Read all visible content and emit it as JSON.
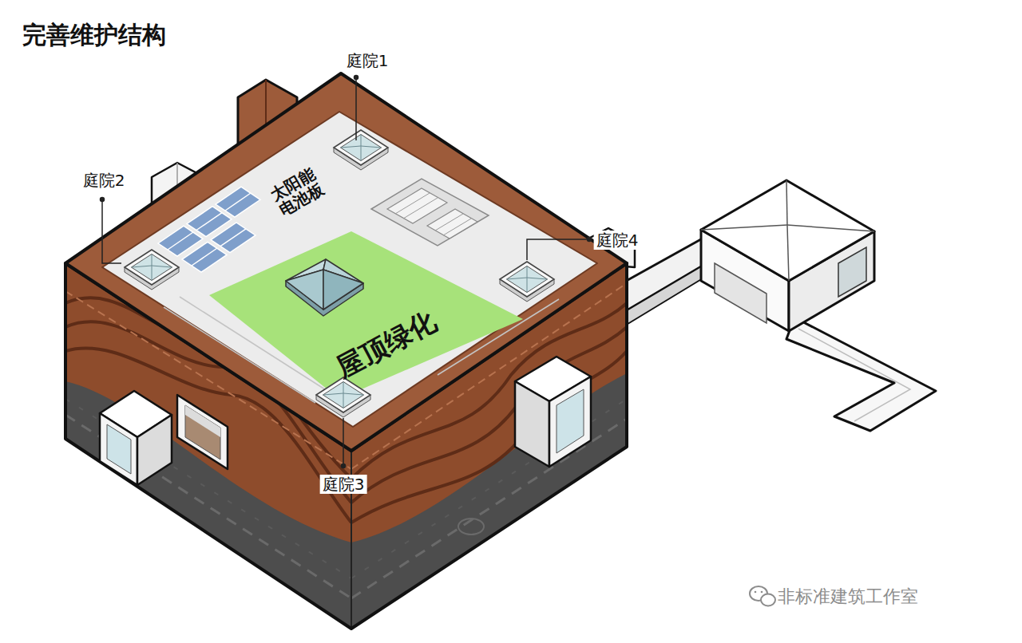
{
  "diagram": {
    "title": "完善维护结构",
    "nodes": [
      {
        "text": [
          "屋顶绿化"
        ]
      }
    ],
    "labels": [
      "庭院1",
      "庭院2",
      "太阳能 电池板",
      "庭院4",
      "庭院3",
      "非标准建筑工作室"
    ]
  }
}
